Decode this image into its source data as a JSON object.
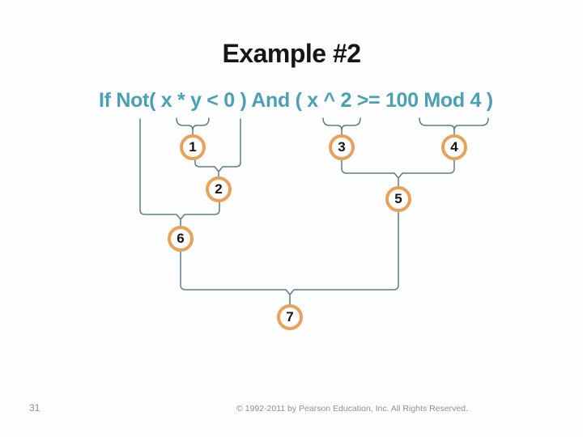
{
  "slide": {
    "title": "Example #2",
    "expression": "If Not( x * y < 0 ) And ( x ^ 2 >= 100 Mod 4 )",
    "page_number": "31",
    "copyright": "© 1992-2011 by Pearson Education, Inc. All Rights Reserved."
  },
  "diagram": {
    "type": "expression-evaluation-order-tree",
    "node_labels": [
      "1",
      "2",
      "3",
      "4",
      "5",
      "6",
      "7"
    ],
    "colors": {
      "node_ring": "#e8a25c",
      "node_fill": "#ffffff",
      "node_text": "#141414",
      "connector": "#5c7b8c",
      "expression_text": "#4ba0b4"
    }
  }
}
